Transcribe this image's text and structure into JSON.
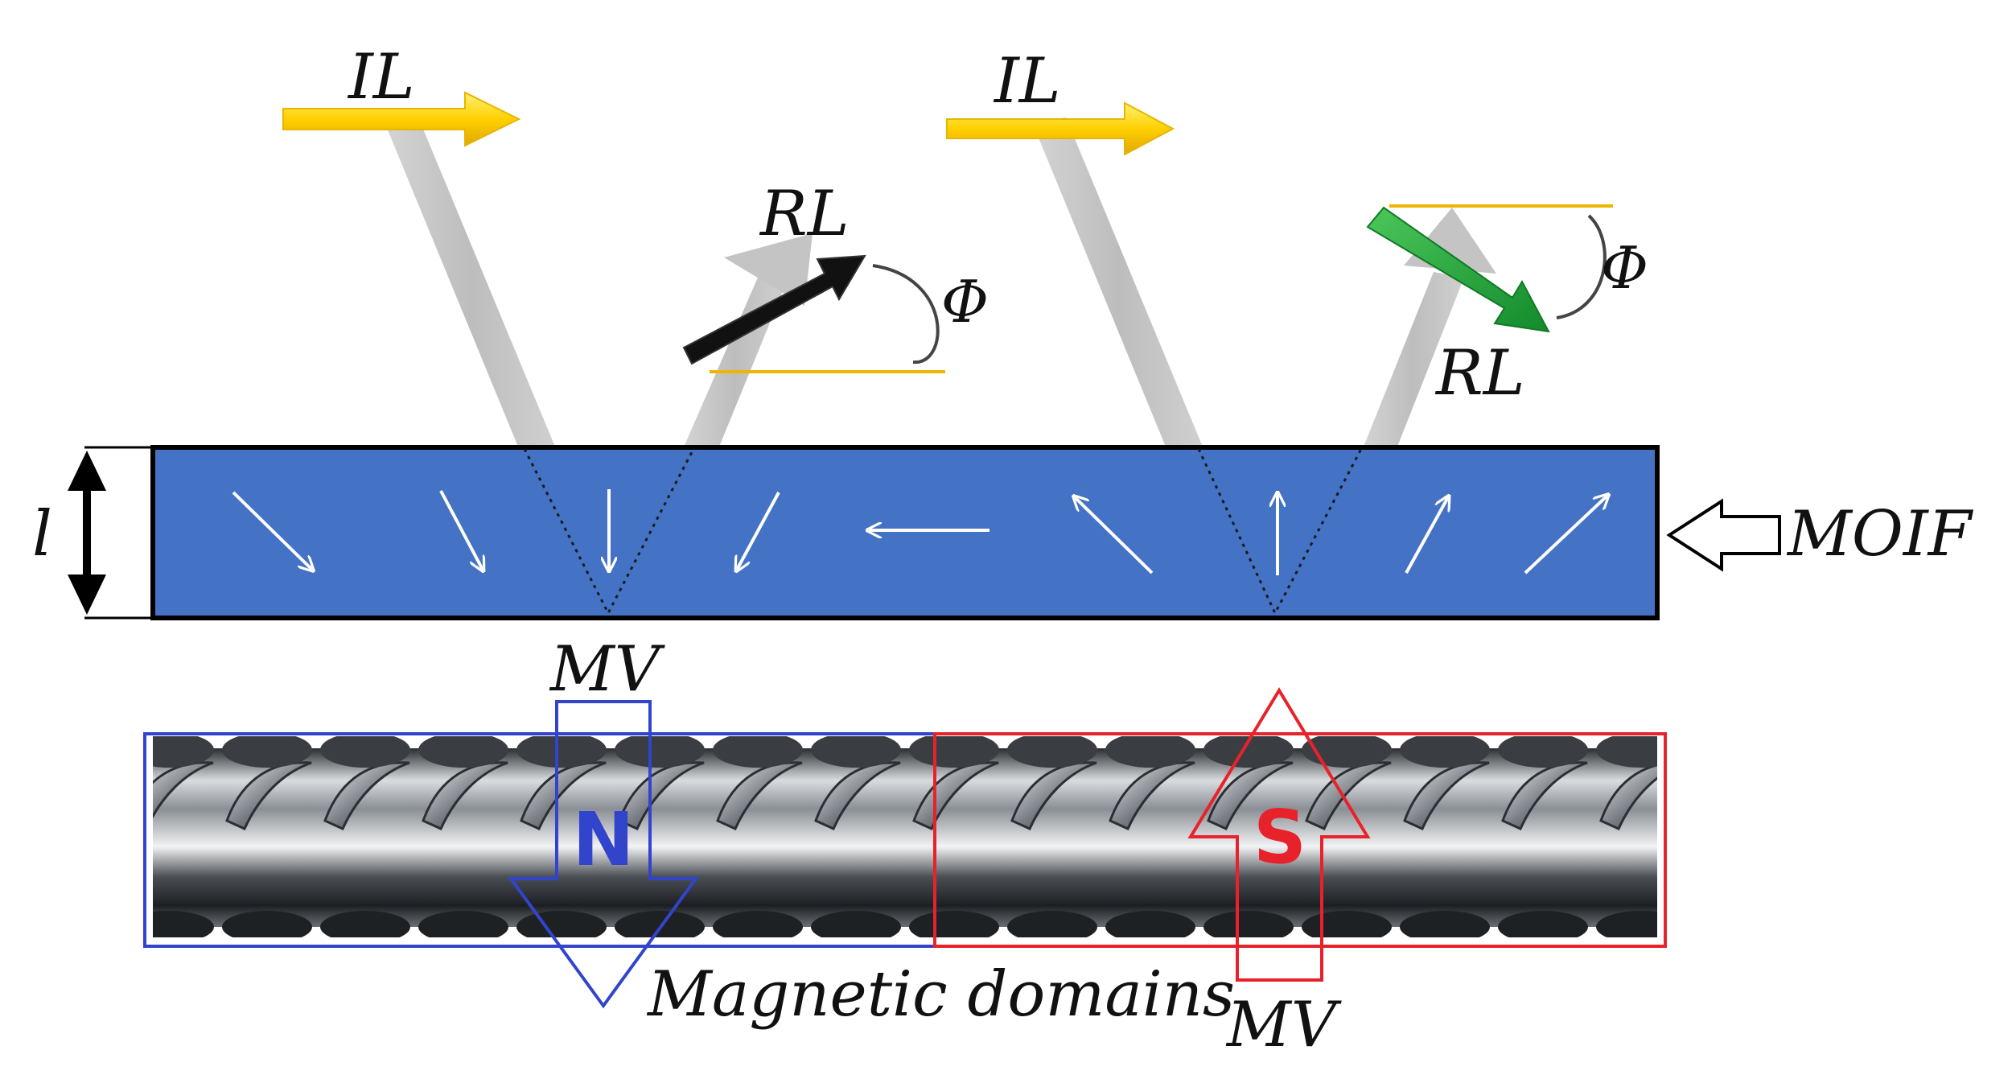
{
  "labels": {
    "incident_light_left": "IL",
    "incident_light_right": "IL",
    "reflected_light_left": "RL",
    "reflected_light_right": "RL",
    "angle_left": "Φ",
    "angle_right": "Φ",
    "thickness": "l",
    "film": "MOIF",
    "mv_top": "MV",
    "mv_bottom": "MV",
    "pole_north": "N",
    "pole_south": "S",
    "domains": "Magnetic domains"
  },
  "colors": {
    "film_fill": "#4472c4",
    "film_border": "#000000",
    "incident_arrow": "#f5cc00",
    "gray_beam": "#c8c8c8",
    "rl_left_arrow": "#111111",
    "rl_right_arrow": "#22a33b",
    "angle_line": "#f0b400",
    "north": "#3344cc",
    "south": "#e8222a",
    "domain_arrow": "#ffffff"
  },
  "icons": {
    "film_pointer": "hollow-left-arrow-icon",
    "thickness_marker": "double-headed-arrow-icon"
  },
  "domain_arrow_directions": [
    "down-right",
    "down-right-steep",
    "down",
    "down-left",
    "left",
    "up-left",
    "up",
    "up-right-steep",
    "up-right"
  ]
}
